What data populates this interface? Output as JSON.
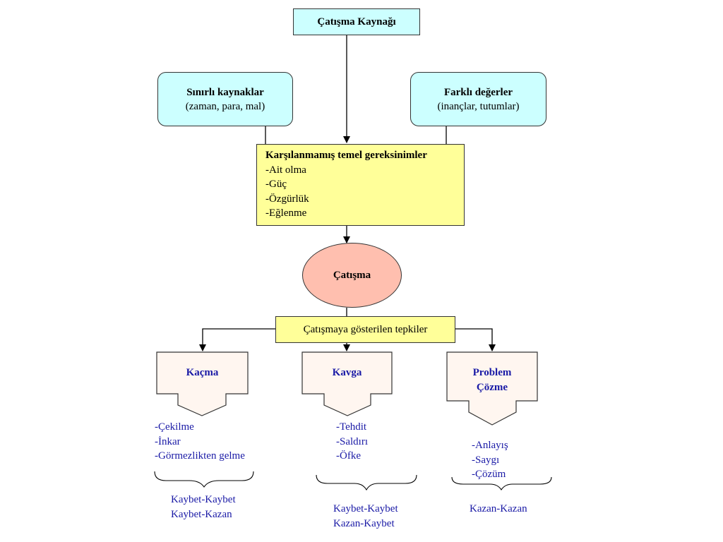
{
  "source": {
    "title": "Çatışma Kaynağı"
  },
  "limited": {
    "title": "Sınırlı kaynaklar",
    "detail": "(zaman, para, mal)"
  },
  "values": {
    "title": "Farklı değerler",
    "detail": "(inançlar, tutumlar)"
  },
  "needs": {
    "title": "Karşılanmamış temel gereksinimler",
    "items": [
      "-Ait olma",
      "-Güç",
      "-Özgürlük",
      "-Eğlenme"
    ]
  },
  "conflict": {
    "label": "Çatışma"
  },
  "reactions": {
    "label": "Çatışmaya gösterilen tepkiler"
  },
  "branches": [
    {
      "title": "Kaçma",
      "items": [
        "-Çekilme",
        "-İnkar",
        "-Görmezlikten gelme"
      ],
      "outcomes": [
        "Kaybet-Kaybet",
        "Kaybet-Kazan"
      ]
    },
    {
      "title": "Kavga",
      "items": [
        "-Tehdit",
        "-Saldırı",
        "-Öfke"
      ],
      "outcomes": [
        "Kaybet-Kaybet",
        "Kazan-Kaybet"
      ]
    },
    {
      "title_lines": [
        "Problem",
        "Çözme"
      ],
      "items": [
        "-Anlayış",
        "-Saygı",
        "-Çözüm"
      ],
      "outcomes": [
        "Kazan-Kazan"
      ]
    }
  ],
  "colors": {
    "source_fill": "#ccffff",
    "rounded_fill": "#ccffff",
    "needs_fill": "#ffff99",
    "conflict_fill": "#ffbfaf",
    "reactions_fill": "#ffff99",
    "arrow_fill": "#fff6f0",
    "branch_text": "#1a1aa6"
  }
}
